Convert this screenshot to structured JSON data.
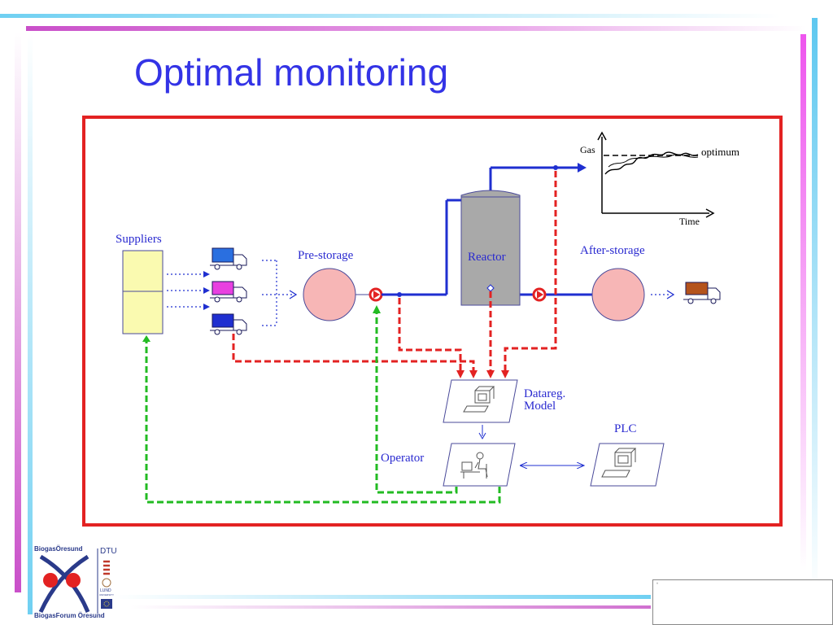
{
  "slide": {
    "title": "Optimal monitoring"
  },
  "diagram": {
    "suppliers": "Suppliers",
    "pre_storage": "Pre-storage",
    "reactor": "Reactor",
    "after_storage": "After-storage",
    "datareg_line1": "Datareg.",
    "datareg_line2": "Model",
    "operator": "Operator",
    "plc": "PLC",
    "graph": {
      "y_label": "Gas",
      "x_label": "Time",
      "curve_label": "optimum"
    }
  },
  "colors": {
    "title": "#3333e6",
    "frame": "#e32222",
    "pipe": "#1f2fd0",
    "signal_red": "#e32222",
    "signal_green": "#22bb22",
    "storage": "#f7b6b6",
    "reactor": "#a9a9a9",
    "suppliers": "#fafab0"
  },
  "logo": {
    "top_text": "BiogasÖresund",
    "bottom_text": "BiogasForum Öresund",
    "dtu": "DTU",
    "lund_line1": "LUND",
    "lund_line2": "UNIVERSITY"
  },
  "thumbnail": {
    "caption": "Ÿ"
  }
}
